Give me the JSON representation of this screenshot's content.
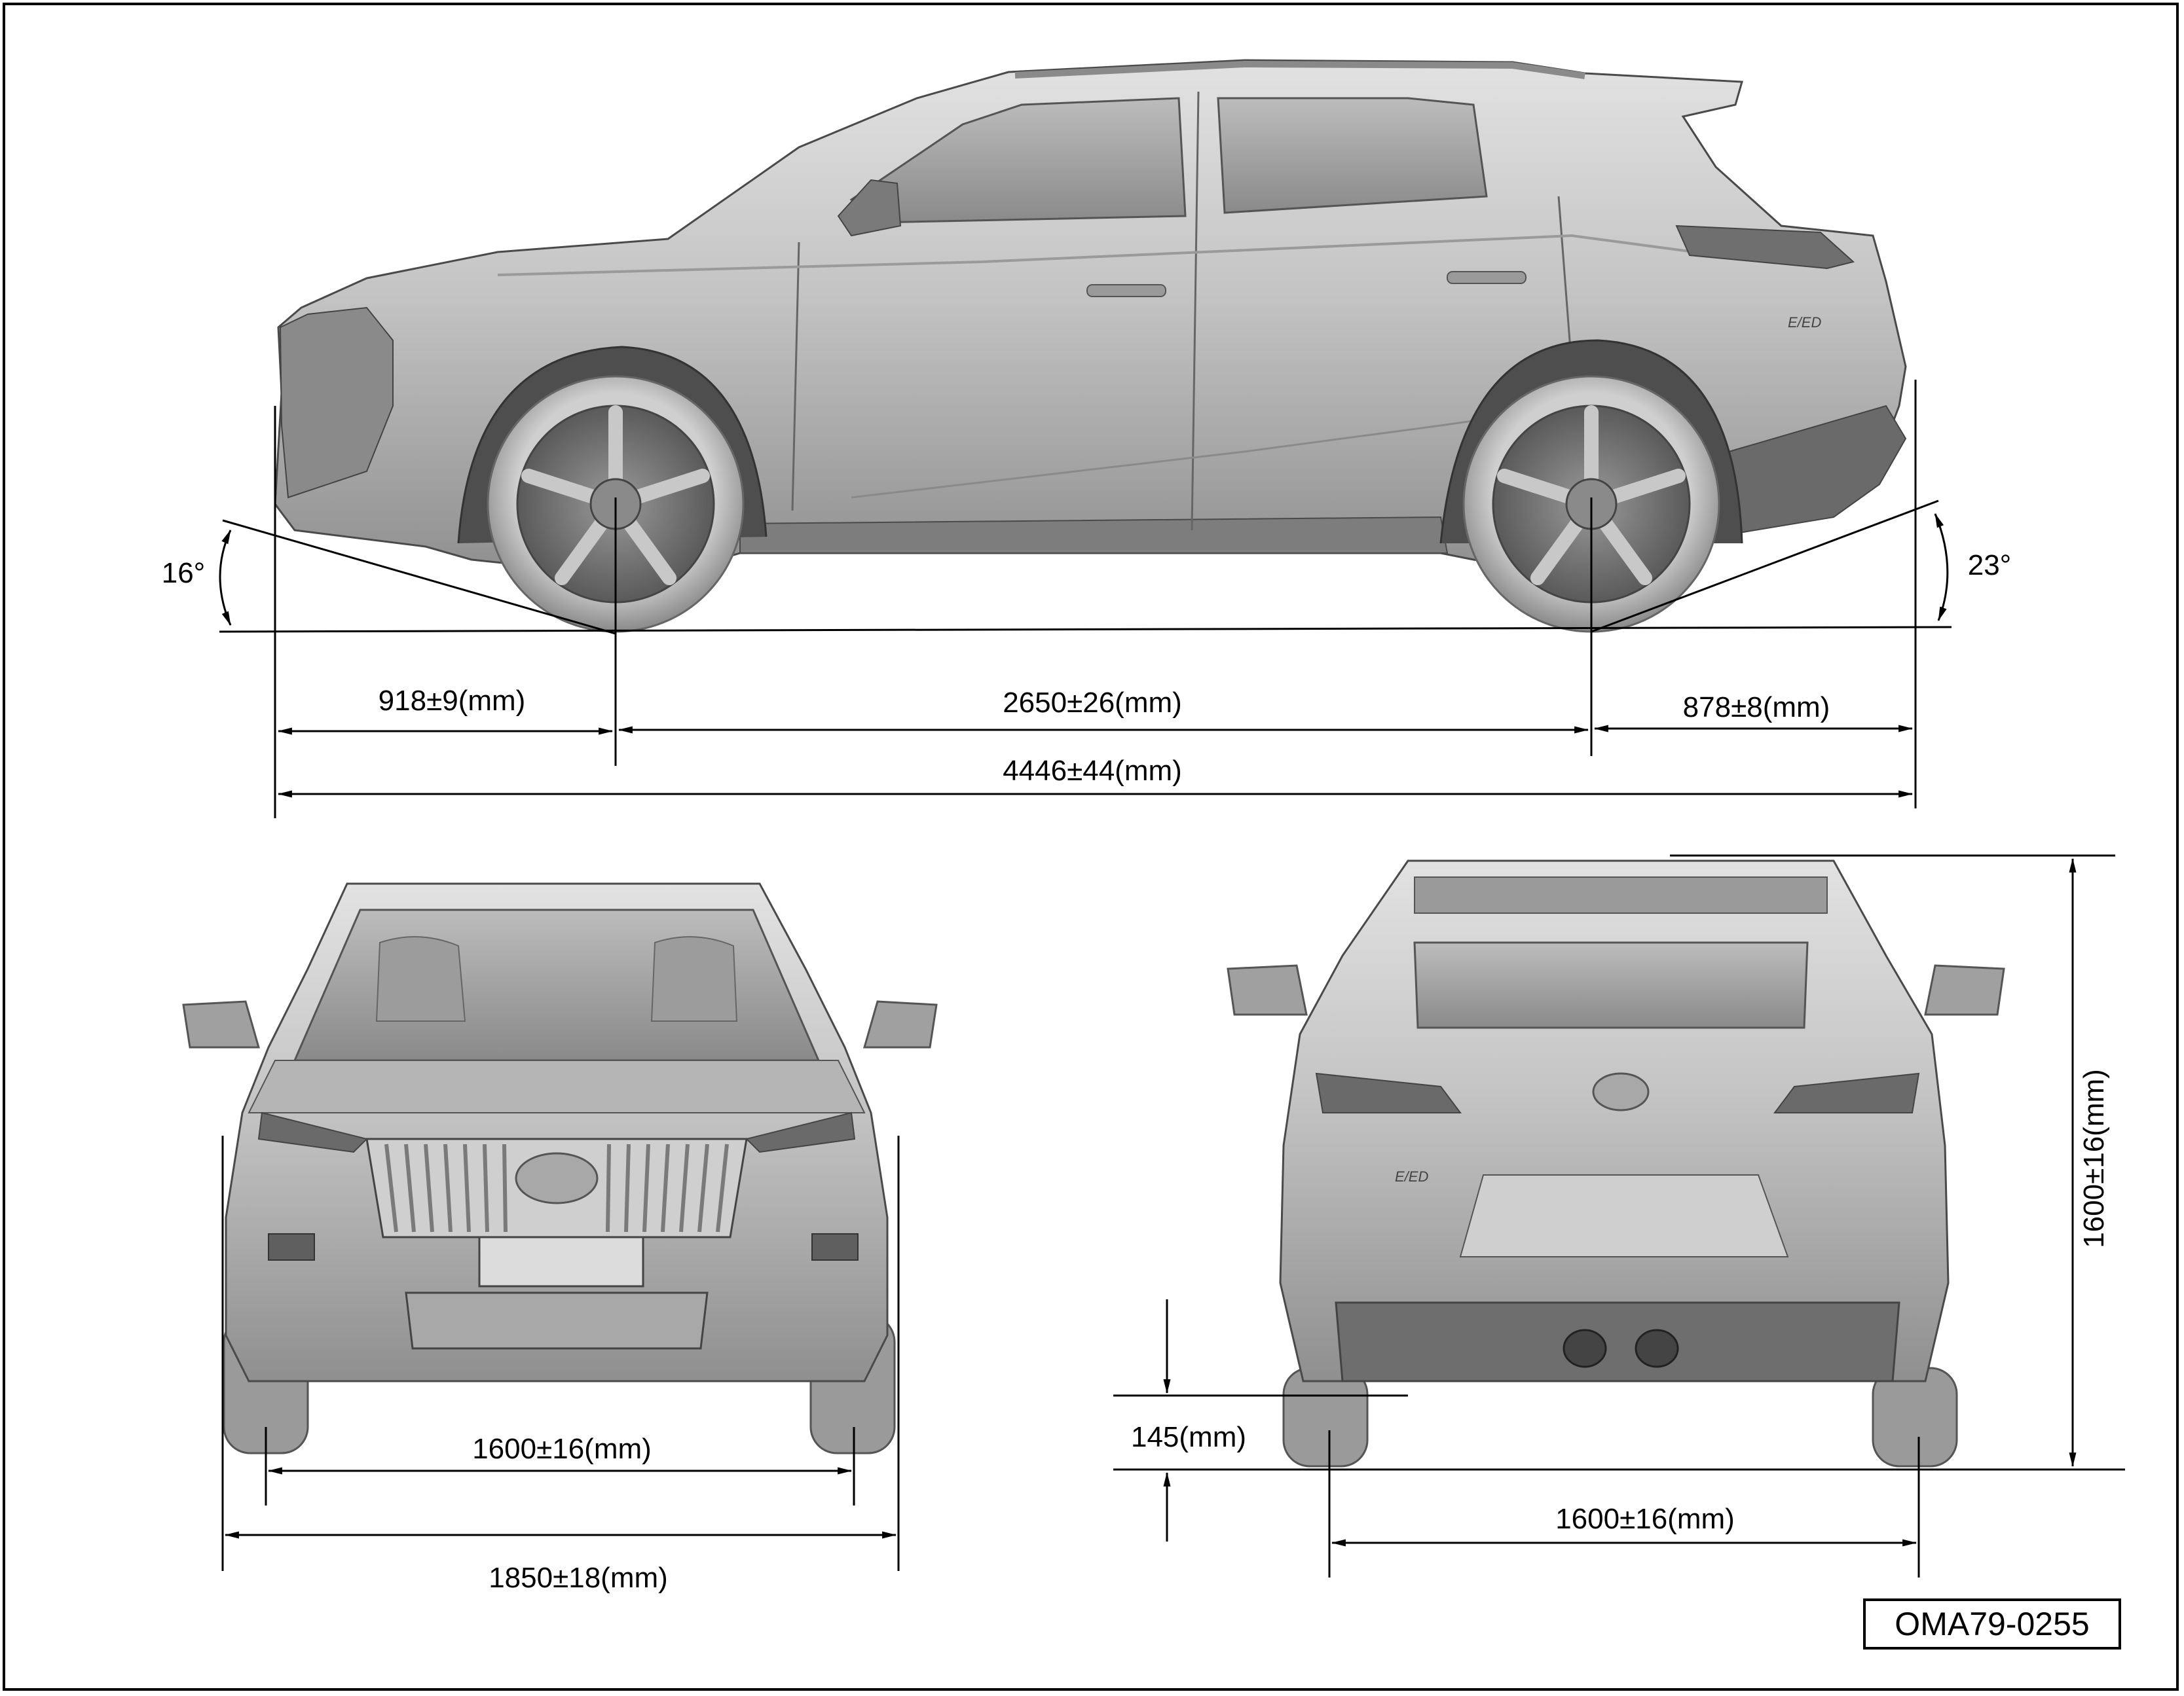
{
  "side_view": {
    "front_overhang": "918±9(mm)",
    "wheelbase": "2650±26(mm)",
    "rear_overhang": "878±8(mm)",
    "overall_length": "4446±44(mm)",
    "approach_angle": "16°",
    "departure_angle": "23°",
    "badge_text": "E/ED"
  },
  "front_view": {
    "front_track": "1600±16(mm)",
    "overall_width": "1850±18(mm)"
  },
  "rear_view": {
    "rear_track": "1600±16(mm)",
    "overall_height": "1600±16(mm)",
    "ground_clearance": "145(mm)",
    "badge_text": "E/ED"
  },
  "figure_code": "OMA79-0255",
  "colors": {
    "line": "#000000",
    "body_light": "#d6d6d6",
    "body_mid": "#a8a8a8",
    "body_dark": "#5f5f5f"
  }
}
